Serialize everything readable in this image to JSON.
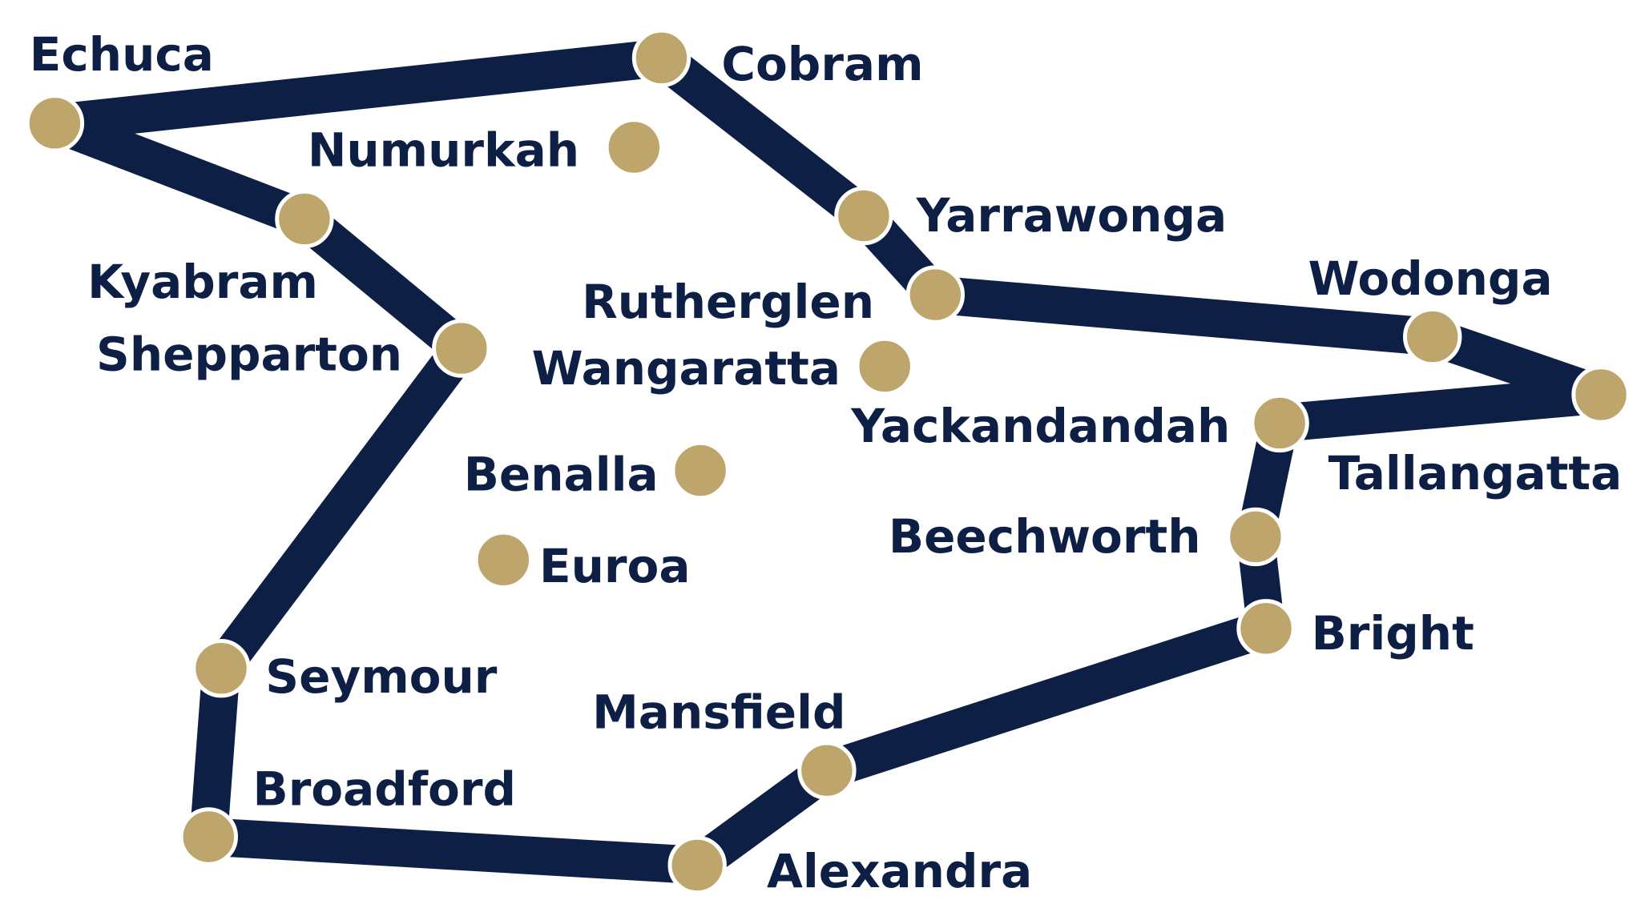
{
  "colors": {
    "route": "#0d1f45",
    "stop": "#bda56c",
    "stop_outline": "#ffffff",
    "label": "#0d1f45",
    "background": "#ffffff"
  },
  "route_order": [
    "echuca",
    "cobram",
    "yarrawonga",
    "rutherglen",
    "wodonga",
    "tallangatta",
    "yackandandah",
    "beechworth",
    "bright",
    "mansfield",
    "alexandra",
    "broadford",
    "seymour",
    "shepparton",
    "kyabram",
    "echuca"
  ],
  "towns": [
    {
      "id": "echuca",
      "name": "Echuca",
      "on_route": true
    },
    {
      "id": "cobram",
      "name": "Cobram",
      "on_route": true
    },
    {
      "id": "numurkah",
      "name": "Numurkah",
      "on_route": false
    },
    {
      "id": "yarrawonga",
      "name": "Yarrawonga",
      "on_route": true
    },
    {
      "id": "rutherglen",
      "name": "Rutherglen",
      "on_route": true
    },
    {
      "id": "wangaratta",
      "name": "Wangaratta",
      "on_route": false
    },
    {
      "id": "wodonga",
      "name": "Wodonga",
      "on_route": true
    },
    {
      "id": "tallangatta",
      "name": "Tallangatta",
      "on_route": true
    },
    {
      "id": "yackandandah",
      "name": "Yackandandah",
      "on_route": true
    },
    {
      "id": "beechworth",
      "name": "Beechworth",
      "on_route": true
    },
    {
      "id": "bright",
      "name": "Bright",
      "on_route": true
    },
    {
      "id": "mansfield",
      "name": "Mansfield",
      "on_route": true
    },
    {
      "id": "alexandra",
      "name": "Alexandra",
      "on_route": true
    },
    {
      "id": "broadford",
      "name": "Broadford",
      "on_route": true
    },
    {
      "id": "seymour",
      "name": "Seymour",
      "on_route": true
    },
    {
      "id": "shepparton",
      "name": "Shepparton",
      "on_route": true
    },
    {
      "id": "kyabram",
      "name": "Kyabram",
      "on_route": true
    },
    {
      "id": "benalla",
      "name": "Benalla",
      "on_route": false
    },
    {
      "id": "euroa",
      "name": "Euroa",
      "on_route": false
    }
  ]
}
